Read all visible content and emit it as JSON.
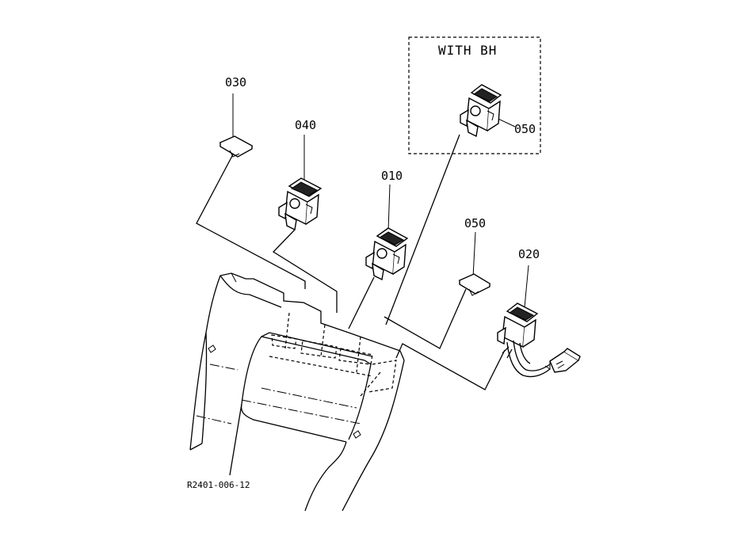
{
  "box_title": "WITH BH",
  "callouts": {
    "p030": "030",
    "p040": "040",
    "p010": "010",
    "p050_left": "050",
    "p050_box": "050",
    "p020": "020"
  },
  "drawing_number": "R2401-006-12"
}
